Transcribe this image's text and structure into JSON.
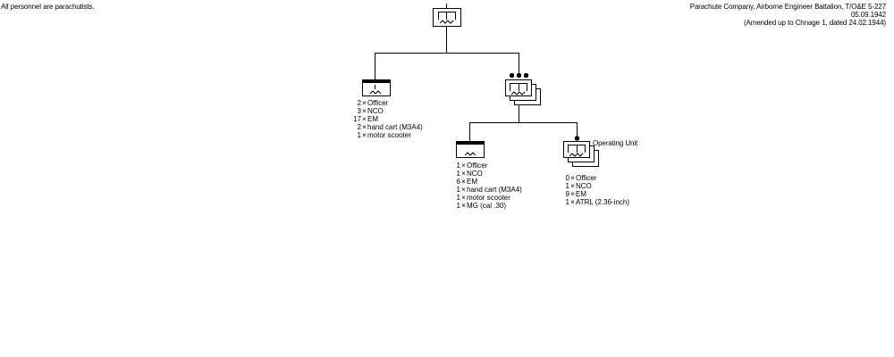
{
  "note": "All personnel are parachutists.",
  "header": {
    "title": "Parachute Company, Airborne Engineer Battalion, T/O&E 5-227",
    "date": "05.09.1942",
    "amendment": "(Amended up to Chnage 1, dated 24.02.1944)"
  },
  "units": {
    "company_hq": {
      "roster": [
        {
          "count": "2",
          "item": "Officer"
        },
        {
          "count": "3",
          "item": "NCO"
        },
        {
          "count": "17",
          "item": "EM"
        },
        {
          "count": "2",
          "item": "hand cart (M3A4)"
        },
        {
          "count": "1",
          "item": "motor scooter"
        }
      ]
    },
    "platoon_section_hq": {
      "roster": [
        {
          "count": "1",
          "item": "Officer"
        },
        {
          "count": "1",
          "item": "NCO"
        },
        {
          "count": "6",
          "item": "EM"
        },
        {
          "count": "1",
          "item": "hand cart (M3A4)"
        },
        {
          "count": "1",
          "item": "motor scooter"
        },
        {
          "count": "1",
          "item": "MG (cal .30)"
        }
      ]
    },
    "operating_unit": {
      "label": "Operating Unit",
      "roster": [
        {
          "count": "0",
          "item": "Officer"
        },
        {
          "count": "1",
          "item": "NCO"
        },
        {
          "count": "9",
          "item": "EM"
        },
        {
          "count": "1",
          "item": "ATRL (2.36-inch)"
        }
      ]
    }
  },
  "multiplier_symbol": "×",
  "colors": {
    "line": "#000000",
    "background": "#ffffff"
  }
}
